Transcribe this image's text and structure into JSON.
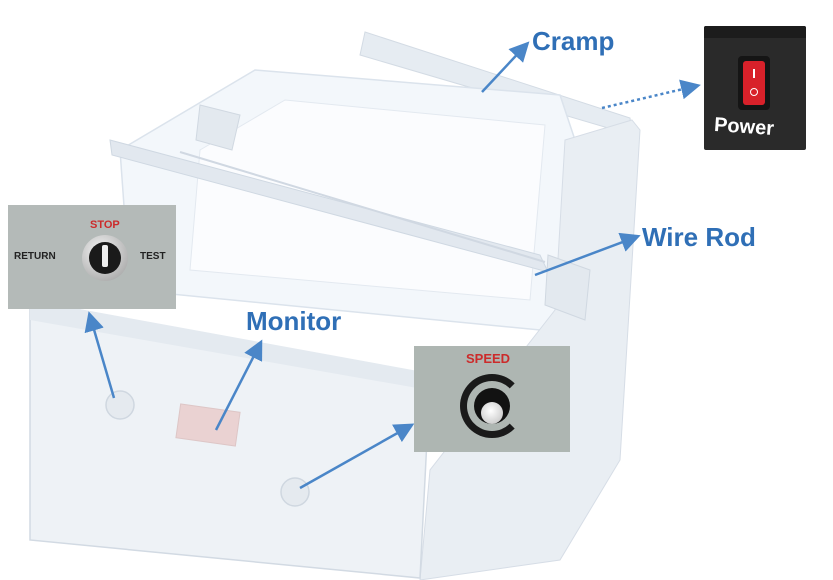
{
  "callouts": {
    "cramp": "Cramp",
    "wire_rod": "Wire Rod",
    "monitor": "Monitor"
  },
  "power_inset": {
    "label": "Power"
  },
  "mode_inset": {
    "stop": "STOP",
    "return": "RETURN",
    "test": "TEST"
  },
  "speed_inset": {
    "label": "SPEED"
  },
  "colors": {
    "callout_blue": "#2f6fb6",
    "arrow_blue": "#4a86c8",
    "panel_red": "#cc2b2b",
    "machine_faded": "#dde6ee"
  }
}
